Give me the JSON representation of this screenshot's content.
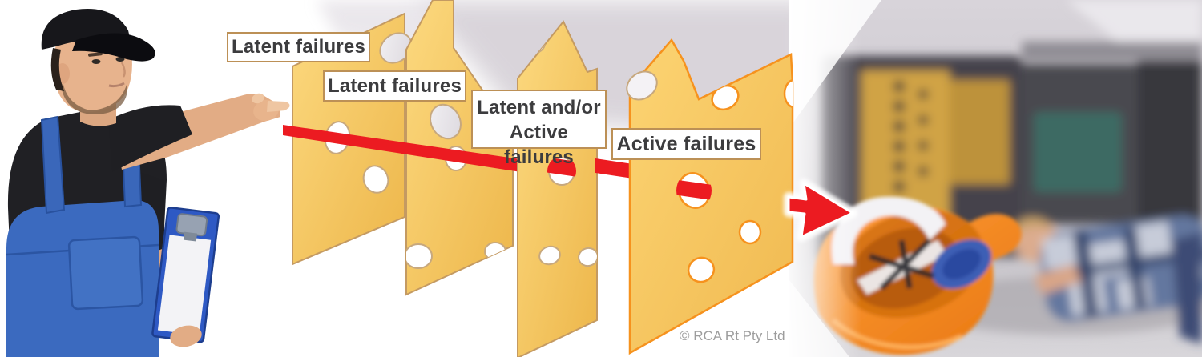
{
  "diagram": {
    "slices": [
      {
        "name": "slice-1",
        "label": "Latent failures"
      },
      {
        "name": "slice-2",
        "label": "Latent failures"
      },
      {
        "name": "slice-3",
        "label_line1": "Latent and/or",
        "label_line2": "Active failures"
      },
      {
        "name": "slice-4",
        "label": "Active failures"
      }
    ],
    "colors": {
      "cheese_fill_light": "#FCD77B",
      "cheese_fill_dark": "#EEB649",
      "cheese_border_tan": "#C49A62",
      "cheese_border_orange": "#F6921E",
      "hole_rim_tan": "#C7A87E",
      "arrow_red": "#EC1B21",
      "label_border": "#BC9056",
      "label_text": "#3C3C3E"
    }
  },
  "scene": {
    "left_figure": "supervisor-pointing-with-clipboard",
    "right_photo": "injured-worker-and-orange-hard-hat"
  },
  "footer": {
    "copyright": "© RCA Rt Pty Ltd"
  }
}
